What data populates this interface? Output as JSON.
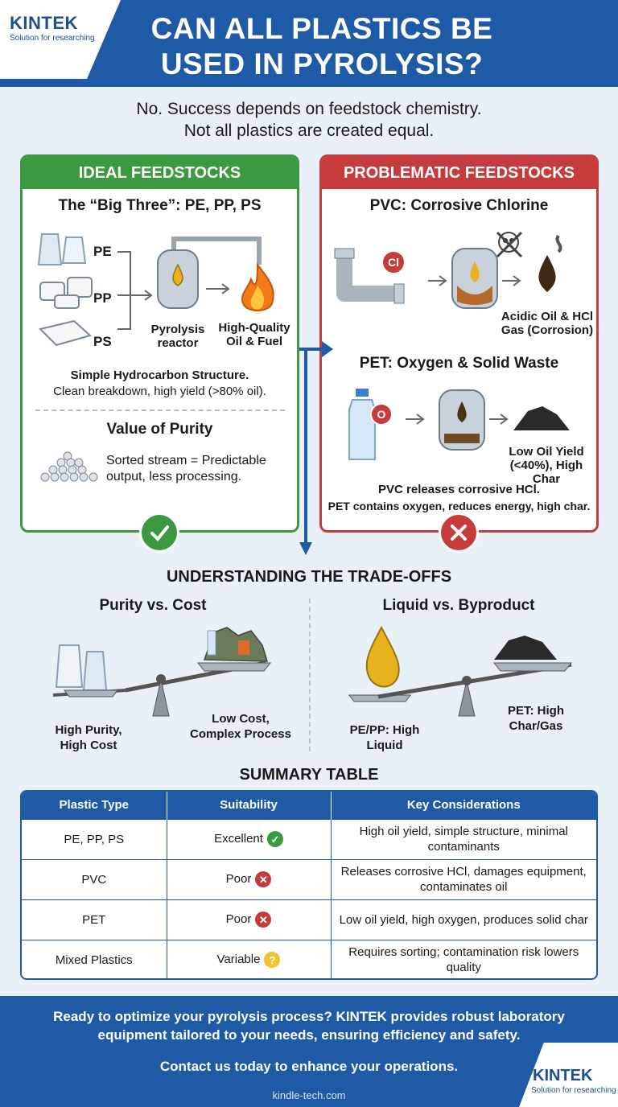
{
  "header": {
    "logo": "KINTEK",
    "logo_tagline": "Solution for researching",
    "title": "CAN ALL PLASTICS BE USED IN PYROLYSIS?"
  },
  "intro": {
    "line1": "No. Success depends on feedstock chemistry.",
    "line2": "Not all plastics are created equal."
  },
  "ideal": {
    "heading": "IDEAL FEEDSTOCKS",
    "subtitle": "The “Big Three”: PE, PP, PS",
    "labels": [
      "PE",
      "PP",
      "PS"
    ],
    "reactor_label": "Pyrolysis reactor",
    "output_label": "High-Quality Oil & Fuel",
    "structure_title": "Simple Hydrocarbon Structure.",
    "structure_text": "Clean breakdown, high yield (>80% oil).",
    "purity_title": "Value of Purity",
    "purity_text": "Sorted stream = Predictable output, less processing."
  },
  "problematic": {
    "heading": "PROBLEMATIC FEEDSTOCKS",
    "pvc_title": "PVC: Corrosive Chlorine",
    "pvc_badge": "Cl",
    "pvc_output": "Acidic Oil & HCl Gas (Corrosion)",
    "pet_title": "PET: Oxygen & Solid Waste",
    "pet_badge": "O",
    "pet_output": "Low Oil Yield (<40%), High Char",
    "summary_line1": "PVC releases corrosive HCl.",
    "summary_line2": "PET contains oxygen, reduces energy, high char."
  },
  "tradeoffs": {
    "title": "UNDERSTANDING THE TRADE-OFFS",
    "left_title": "Purity vs. Cost",
    "left_low": "High Purity, High Cost",
    "left_high": "Low Cost, Complex Process",
    "right_title": "Liquid vs. Byproduct",
    "right_low": "PE/PP: High Liquid",
    "right_high": "PET: High Char/Gas"
  },
  "summary": {
    "title": "SUMMARY TABLE",
    "headers": [
      "Plastic Type",
      "Suitability",
      "Key Considerations"
    ],
    "rows": [
      {
        "type": "PE, PP, PS",
        "suit": "Excellent",
        "icon": "check-icon",
        "notes": "High oil yield, simple structure, minimal contaminants"
      },
      {
        "type": "PVC",
        "suit": "Poor",
        "icon": "x-icon",
        "notes": "Releases corrosive HCl, damages equipment, contaminates oil"
      },
      {
        "type": "PET",
        "suit": "Poor",
        "icon": "x-icon",
        "notes": "Low oil yield, high oxygen, produces solid char"
      },
      {
        "type": "Mixed Plastics",
        "suit": "Variable",
        "icon": "question-icon",
        "notes": "Requires sorting; contamination risk lowers quality"
      }
    ]
  },
  "footer": {
    "text": "Ready to optimize your pyrolysis process? KINTEK provides robust laboratory equipment tailored to your needs, ensuring efficiency and safety.",
    "cta": "Contact us today to enhance your operations.",
    "url": "kindle-tech.com",
    "logo": "KINTEK",
    "logo_tagline": "Solution for researching"
  },
  "colors": {
    "brand_blue": "#1f5aa6",
    "good_green": "#3b9a3f",
    "bad_red": "#c63c3c",
    "warn_yellow": "#f2c12e"
  }
}
